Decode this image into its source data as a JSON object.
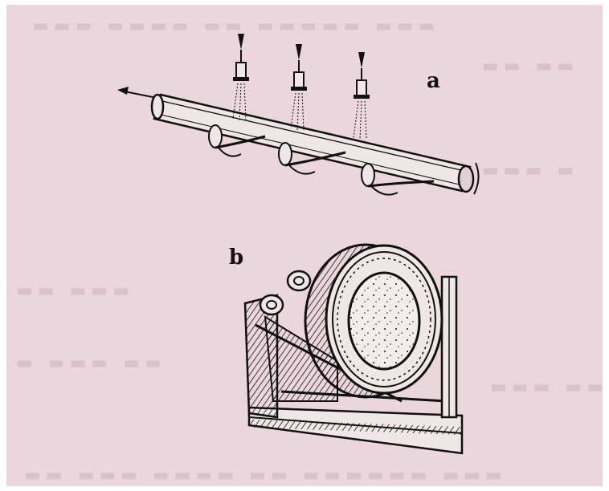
{
  "figure": {
    "labels": {
      "a": "a",
      "b": "b"
    },
    "parts": {
      "a": "pipe-on-rollers-with-spray-nozzles",
      "b": "rotating-drum-machine-on-frame"
    },
    "colors": {
      "paper": "#ead6dc",
      "ink": "#111111",
      "bleed_text": "#d9c2c9"
    }
  }
}
